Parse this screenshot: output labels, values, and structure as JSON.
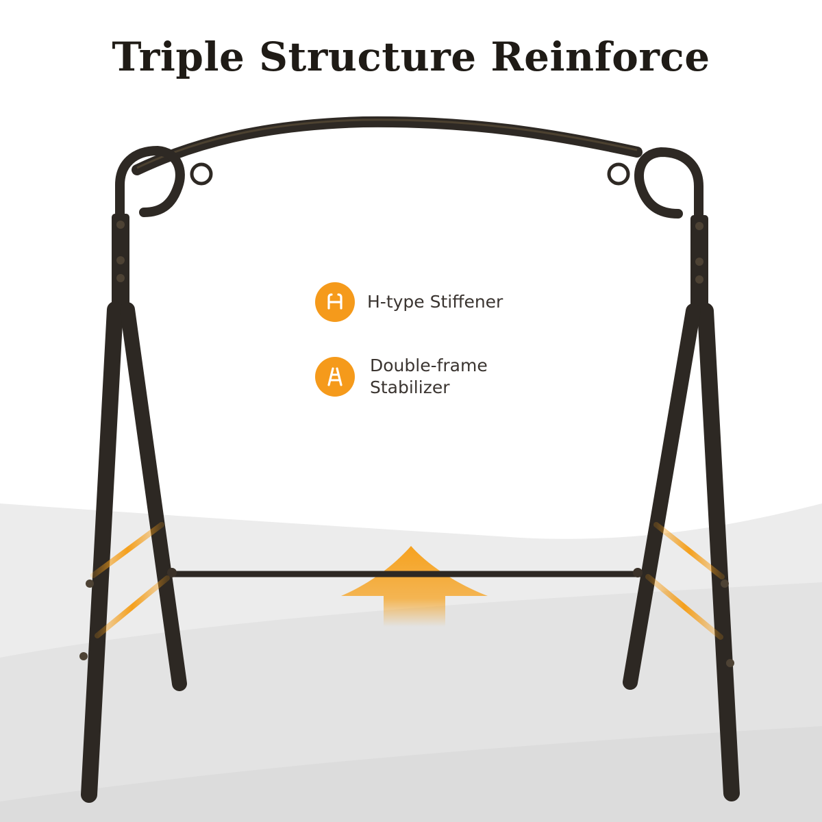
{
  "title": "Triple Structure Reinforce",
  "features": [
    {
      "icon": "h-stiffener-icon",
      "label": "H-type Stiffener"
    },
    {
      "icon": "ladder-icon",
      "label_line_1": "Double-frame",
      "label_line_2": "Stabilizer"
    }
  ],
  "colors": {
    "accent": "#f59a1b",
    "frame": "#2d2823",
    "title": "#1f1b16"
  }
}
